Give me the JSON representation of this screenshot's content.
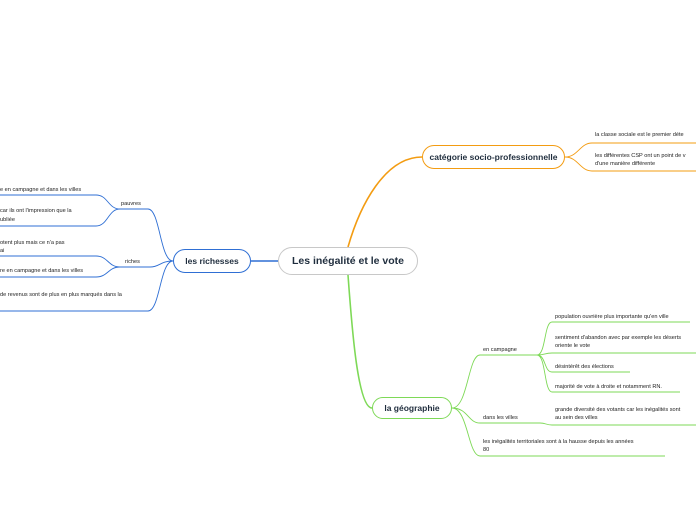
{
  "central": {
    "label": "Les inégalité et le vote"
  },
  "csp": {
    "label": "catégorie socio-professionnelle",
    "items": [
      "la classe sociale est le premier déte",
      "les différentes CSP ont un point de v",
      "d'une manière différente"
    ]
  },
  "richesses": {
    "label": "les richesses",
    "pauvres": {
      "label": "pauvres",
      "items": [
        "e en campagne et dans les villes",
        "car ils ont l'impression que la",
        "ubliée"
      ]
    },
    "riches": {
      "label": "riches",
      "items": [
        "otent plus mais ce n'a pas",
        "ai",
        "re en campagne et dans les villes"
      ]
    },
    "revenus": "de revenus sont de plus en plus marqués dans la"
  },
  "geographie": {
    "label": "la géographie",
    "campagne": {
      "label": "en campagne",
      "items": [
        "population ouvrière plus importante qu'en ville",
        "sentiment d'abandon avec par exemple les déserts",
        "oriente le vote",
        "désintérêt des élections",
        "majorité de vote à droite et notamment RN."
      ]
    },
    "villes": {
      "label": "dans les villes",
      "items": [
        "grande diversité des votants car les inégalités sont",
        "au sein des villes"
      ]
    },
    "territoriales": [
      "les inégalités territoriales sont à la hausse depuis les années",
      "80"
    ]
  },
  "colors": {
    "csp": "#f39c12",
    "richesses": "#2f6fd4",
    "geographie": "#7ed957"
  }
}
